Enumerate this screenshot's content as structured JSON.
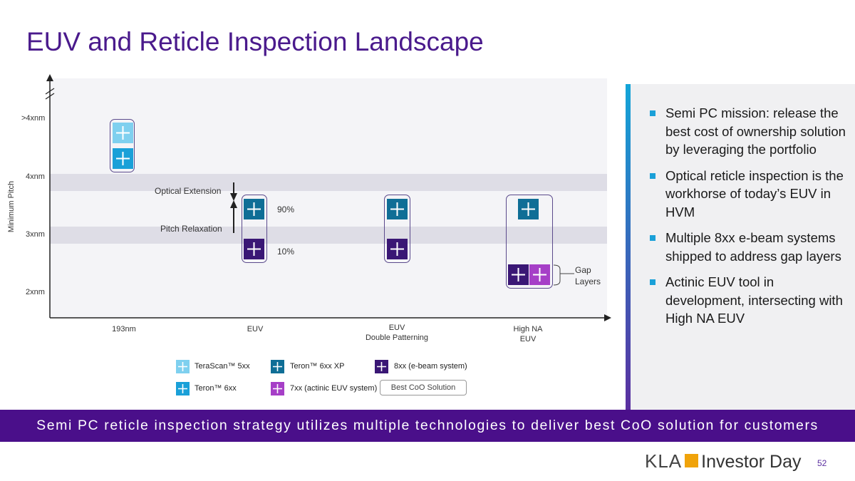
{
  "title": "EUV and Reticle Inspection Landscape",
  "chart": {
    "y_axis_title": "Minimum Pitch",
    "y_labels": [
      ">4xnm",
      "4xnm",
      "3xnm",
      "2xnm"
    ],
    "x_labels": [
      "193nm",
      "EUV",
      "EUV\nDouble Patterning",
      "High NA\nEUV"
    ],
    "annotations": {
      "optical_extension": "Optical Extension",
      "pitch_relaxation": "Pitch Relaxation",
      "pct_90": "90%",
      "pct_10": "10%",
      "gap_layers": "Gap\nLayers"
    }
  },
  "chart_data": {
    "type": "scatter",
    "x_categories": [
      "193nm",
      "EUV",
      "EUV Double Patterning",
      "High NA EUV"
    ],
    "y_categories": [
      ">4xnm",
      "4xnm",
      "3xnm",
      "2xnm"
    ],
    "points": [
      {
        "x": "193nm",
        "product": "TeraScan™ 5xx"
      },
      {
        "x": "193nm",
        "product": "Teron™ 6xx"
      },
      {
        "x": "EUV",
        "product": "Teron™ 6xx XP",
        "label": "90%"
      },
      {
        "x": "EUV",
        "product": "8xx (e-beam system)",
        "label": "10%"
      },
      {
        "x": "EUV Double Patterning",
        "product": "Teron™ 6xx XP"
      },
      {
        "x": "EUV Double Patterning",
        "product": "8xx (e-beam system)"
      },
      {
        "x": "High NA EUV",
        "product": "Teron™ 6xx XP"
      },
      {
        "x": "High NA EUV",
        "product": "8xx (e-beam system)"
      },
      {
        "x": "High NA EUV",
        "product": "7xx (actinic EUV system)"
      }
    ],
    "ylabel": "Minimum Pitch"
  },
  "legend": [
    {
      "label": "TeraScan™ 5xx",
      "color": "#7fd0ef"
    },
    {
      "label": "Teron™ 6xx XP",
      "color": "#0f6e96"
    },
    {
      "label": "8xx (e-beam system)",
      "color": "#3a1775"
    },
    {
      "label": "Teron™ 6xx",
      "color": "#1aa0d8"
    },
    {
      "label": "7xx (actinic EUV system)",
      "color": "#a63fc7"
    },
    {
      "label": "Best CoO Solution"
    }
  ],
  "bullets": [
    "Semi PC mission: release the best cost of ownership solution by leveraging the portfolio",
    "Optical reticle inspection is the workhorse of today’s EUV in HVM",
    "Multiple 8xx e-beam systems shipped to address gap layers",
    "Actinic EUV tool in development, intersecting with High NA EUV"
  ],
  "banner": "Semi PC reticle inspection strategy utilizes multiple technologies to deliver best CoO solution for customers",
  "footer": {
    "logo_text": "KLA",
    "event": "Investor Day",
    "page_number": "52"
  },
  "colors": {
    "title": "#4a1a8c",
    "banner_bg": "#4a0f8a",
    "bullet": "#1aa0d8",
    "logo_mark": "#f0a30a"
  }
}
